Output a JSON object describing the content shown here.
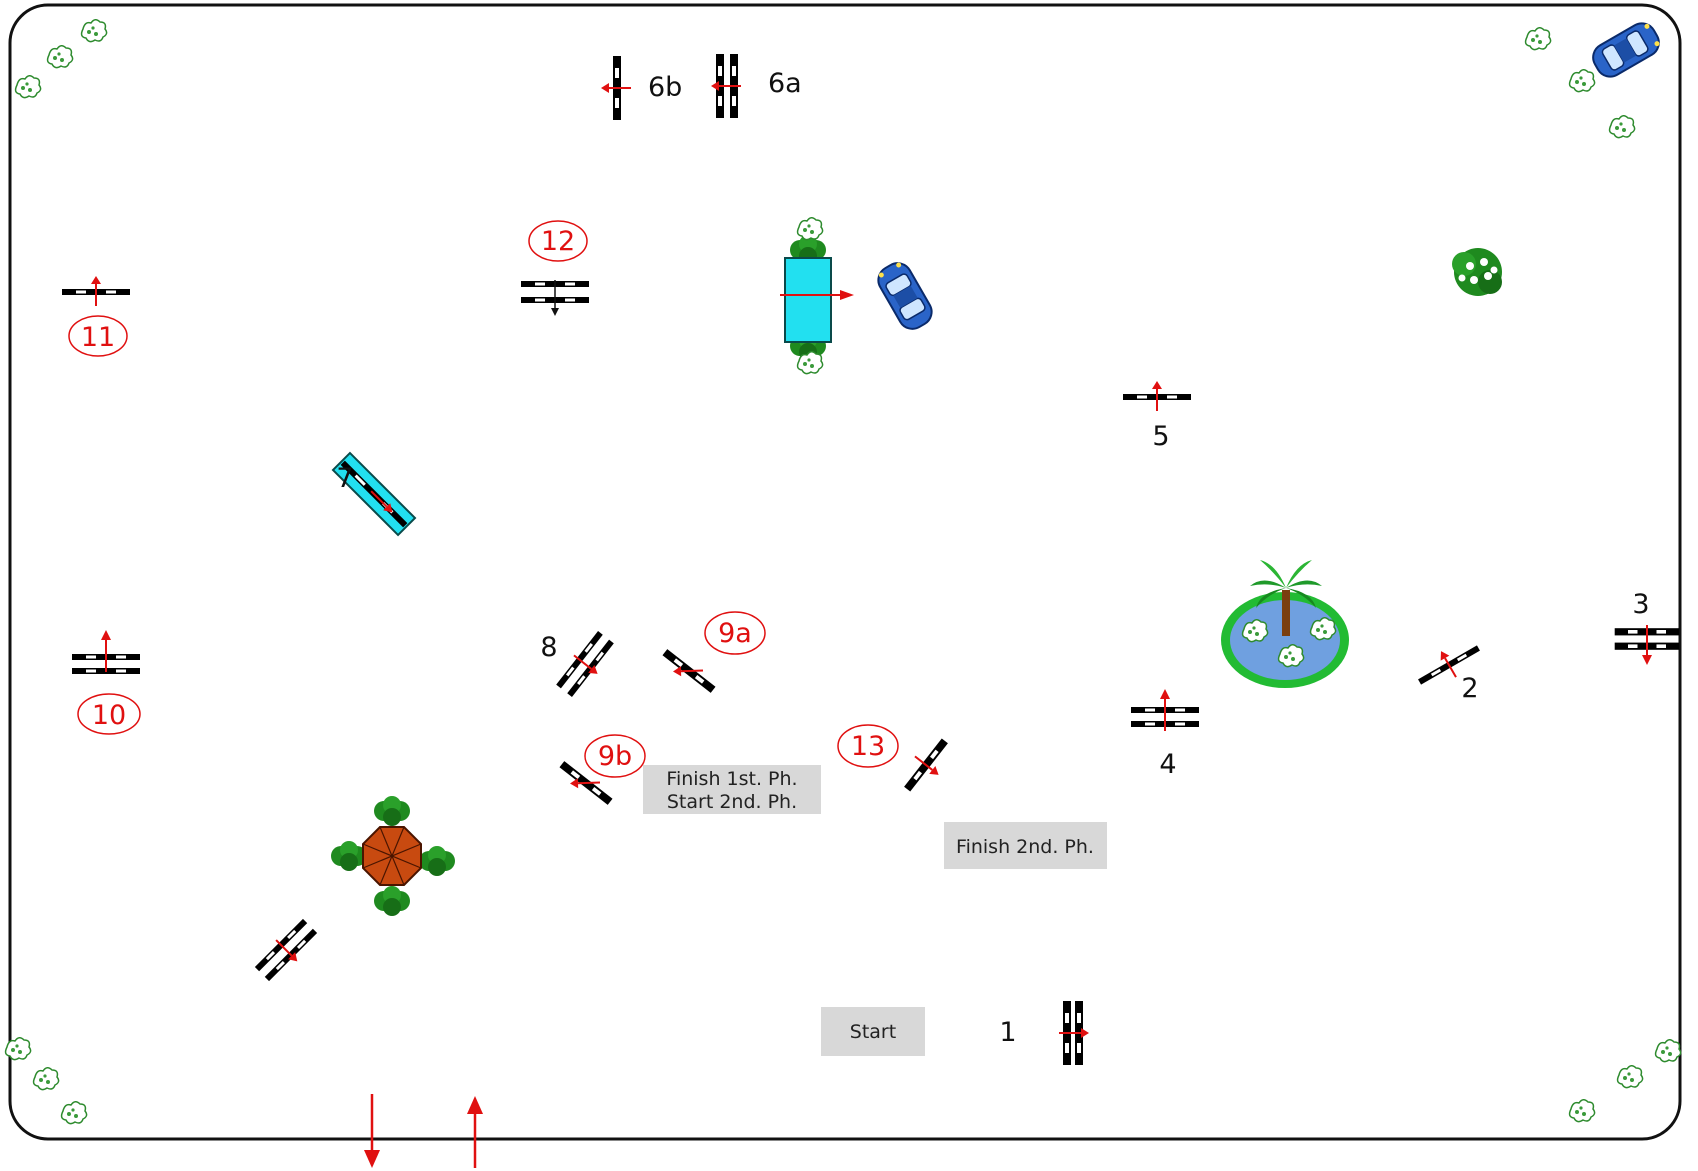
{
  "labels": {
    "j1": "1",
    "j2": "2",
    "j3": "3",
    "j4": "4",
    "j5": "5",
    "j6a": "6a",
    "j6b": "6b",
    "j7": "7",
    "j8": "8",
    "j9a": "9a",
    "j9b": "9b",
    "j10": "10",
    "j11": "11",
    "j12": "12",
    "j13": "13"
  },
  "boxes": {
    "start": "Start",
    "finish1_line1": "Finish 1st. Ph.",
    "finish1_line2": "Start 2nd. Ph.",
    "finish2": "Finish 2nd. Ph."
  },
  "colors": {
    "arena_border": "#111111",
    "direction_arrow": "#e01010",
    "number_red": "#e01010",
    "number_black": "#111111",
    "water": "#22e0f0",
    "hedge": "#1f8a1f",
    "pond": "#6fa0e0",
    "pond_rim": "#22bb33",
    "umbrella": "#c84a10",
    "label_box": "#d8d8d8"
  },
  "icons": [
    "car-icon",
    "flower-bush-icon",
    "palm-tree-icon",
    "umbrella-icon",
    "pond-icon",
    "water-jump-icon"
  ]
}
